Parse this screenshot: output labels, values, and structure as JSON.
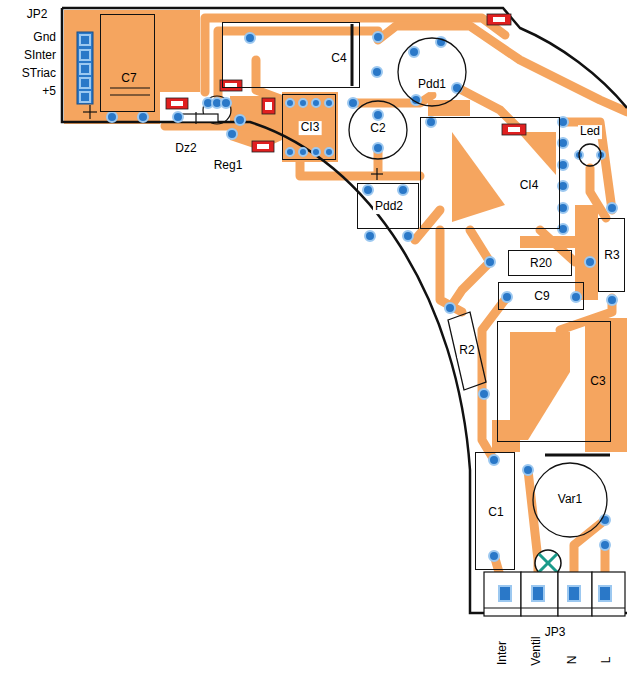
{
  "diagram": {
    "nodes": [
      {
        "text": [
          "C7"
        ]
      },
      {
        "text": [
          "C4"
        ]
      },
      {
        "text": [
          "Pdd1"
        ]
      },
      {
        "text": [
          "CI3"
        ]
      },
      {
        "text": [
          "C2"
        ]
      },
      {
        "text": [
          "CI4"
        ]
      },
      {
        "text": [
          "Led"
        ]
      },
      {
        "text": [
          "Pdd2"
        ]
      },
      {
        "text": [
          "R3"
        ]
      },
      {
        "text": [
          "R20"
        ]
      },
      {
        "text": [
          "C9"
        ]
      },
      {
        "text": [
          "R2"
        ]
      },
      {
        "text": [
          "C3"
        ]
      },
      {
        "text": [
          "C1"
        ]
      },
      {
        "text": [
          "Var1"
        ]
      }
    ],
    "labels": [
      "JP2",
      "Gnd",
      "SInter",
      "STriac",
      "+5",
      "Dz2",
      "Reg1",
      "JP3",
      "Inter",
      "Ventil",
      "N",
      "L"
    ]
  }
}
